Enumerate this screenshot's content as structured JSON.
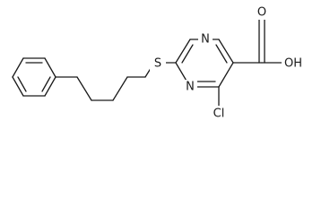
{
  "molecule": {
    "atoms": {
      "s": "S",
      "n_upper": "N",
      "n_lower": "N",
      "o_carbonyl": "O",
      "oh": "OH",
      "cl": "Cl"
    }
  },
  "colors": {
    "bond": "#1a1a1a",
    "label": "#1a1a1a",
    "background": "#ffffff"
  }
}
